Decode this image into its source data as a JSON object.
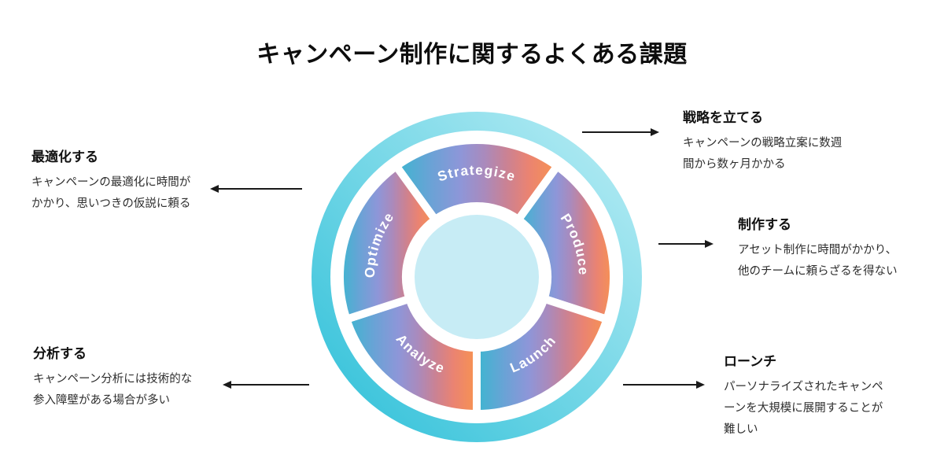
{
  "title": "キャンペーン制作に関するよくある課題",
  "wheel": {
    "segments": [
      {
        "label": "Strategize"
      },
      {
        "label": "Produce"
      },
      {
        "label": "Launch"
      },
      {
        "label": "Analyze"
      },
      {
        "label": "Optimize"
      }
    ],
    "colors": {
      "outer_ring_gradient_start": "#2bbfd8",
      "outer_ring_gradient_end": "#bdeef5",
      "wheel_gradient": [
        "#3cb6d0",
        "#6ba2d6",
        "#8e96d8",
        "#aa8abc",
        "#c98295",
        "#ea8372",
        "#f89350"
      ],
      "center_fill": "#c7ecf5",
      "divider": "#ffffff",
      "arrow": "#1a1a1a",
      "background": "#ffffff"
    }
  },
  "annotations": {
    "strategize": {
      "heading": "戦略を立てる",
      "body": "キャンペーンの戦略立案に数週間から数ヶ月かかる"
    },
    "produce": {
      "heading": "制作する",
      "body": "アセット制作に時間がかかり、他のチームに頼らざるを得ない"
    },
    "launch": {
      "heading": "ローンチ",
      "body": "パーソナライズされたキャンペーンを大規模に展開することが難しい"
    },
    "analyze": {
      "heading": "分析する",
      "body": "キャンペーン分析には技術的な参入障壁がある場合が多い"
    },
    "optimize": {
      "heading": "最適化する",
      "body": "キャンペーンの最適化に時間がかかり、思いつきの仮説に頼る"
    }
  }
}
